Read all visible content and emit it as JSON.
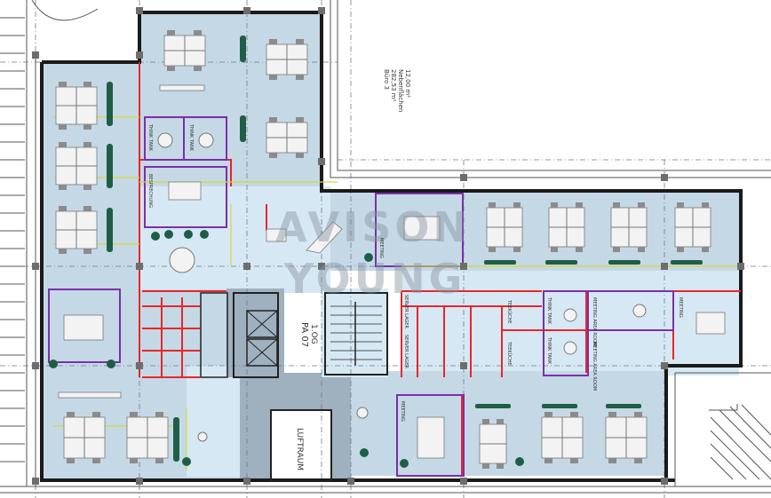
{
  "labels": {
    "buro_name": "Büro 3",
    "buro_area1": "282,53 m²",
    "buro_area2": "Nebenflächen",
    "buro_area3": "12,00 m²",
    "core_name": "PA 07",
    "core_floor": "1.OG",
    "luftraum": "LUFTRAUM",
    "watermark_1": "AVISON",
    "watermark_2": "YOUNG",
    "think_tank": "THINK TANK",
    "meeting": "MEETING",
    "teekueche": "TEEKÜCHE",
    "besprechung": "BESPRECHUNG",
    "meeting_area_room": "MEETING AREA ROOM",
    "server_lager": "SERVER LAGER"
  },
  "colors": {
    "room_fill": "#c5d8e6",
    "partition_red": "#e8262a",
    "meeting_purple": "#7b2fa8",
    "plant_green": "#1f5e46"
  }
}
